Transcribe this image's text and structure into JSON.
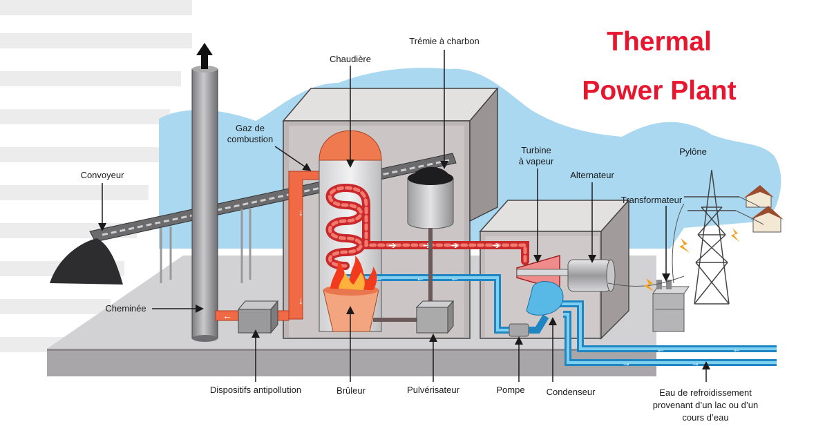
{
  "title": {
    "line1": "Thermal",
    "line2": "Power Plant"
  },
  "labels": {
    "coal_hopper": "Trémie à charbon",
    "boiler": "Chaudière",
    "flue_gas_1": "Gaz de",
    "flue_gas_2": "combustion",
    "conveyor": "Convoyeur",
    "chimney": "Cheminée",
    "turbine_1": "Turbine",
    "turbine_2": "à vapeur",
    "alternator": "Alternateur",
    "pylon": "Pylône",
    "transformer": "Transformateur",
    "antipollution": "Dispositifs antipollution",
    "burner": "Brûleur",
    "pulverizer": "Pulvérisateur",
    "pump": "Pompe",
    "condenser": "Condenseur",
    "cooling_1": "Eau de refroidissement",
    "cooling_2": "provenant d’un lac ou d’un",
    "cooling_3": "cours d’eau"
  },
  "colors": {
    "title": "#e8152f",
    "sky": "#a9d8f0",
    "steam": "#e83535",
    "water": "#2aa3dc",
    "flue_gas": "#f06a45",
    "building": "#b9b2b3"
  }
}
